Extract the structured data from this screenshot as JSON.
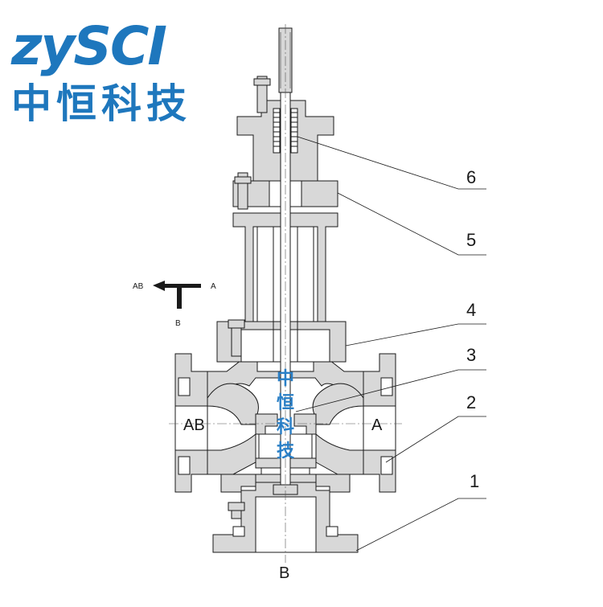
{
  "logo": {
    "latin": "zySCI",
    "chinese": "中恒科技",
    "color": "#1e77bd"
  },
  "watermark": {
    "chars": [
      "中",
      "恒",
      "科",
      "技"
    ],
    "color": "#2a7fc6"
  },
  "flow_legend": {
    "left": "AB",
    "right": "A",
    "bottom": "B"
  },
  "ports": {
    "left": "AB",
    "right": "A",
    "bottom": "B"
  },
  "callouts": [
    "1",
    "2",
    "3",
    "4",
    "5",
    "6"
  ],
  "colors": {
    "body_fill": "#d8d8d8",
    "outline": "#1a1a1a",
    "section_white": "#ffffff"
  }
}
